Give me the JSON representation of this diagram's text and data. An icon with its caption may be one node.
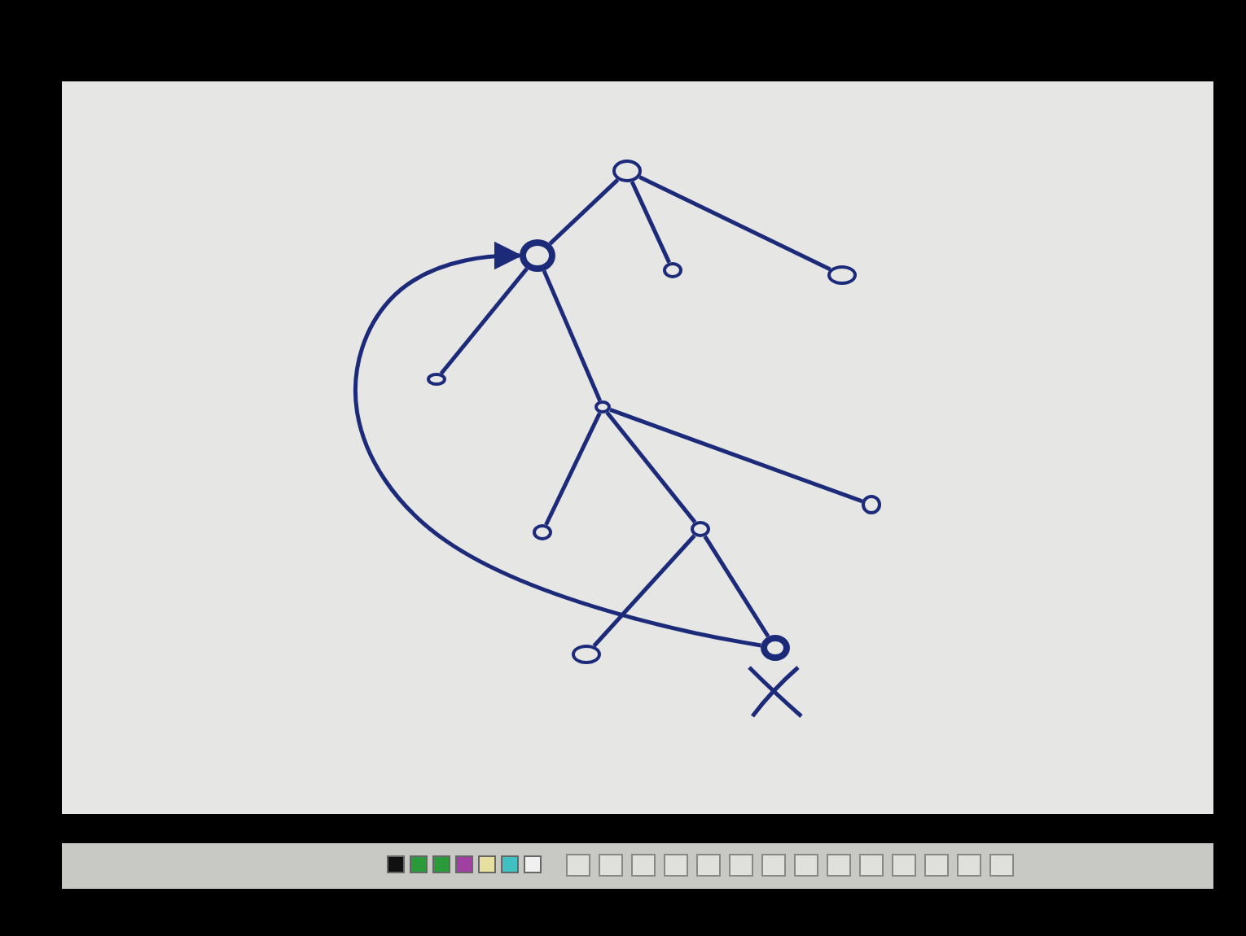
{
  "diagram": {
    "nodes": [
      {
        "text": [],
        "shape": "circle"
      },
      {
        "text": [],
        "shape": "circle"
      },
      {
        "text": [],
        "shape": "circle"
      },
      {
        "text": [],
        "shape": "circle"
      },
      {
        "text": [],
        "shape": "circle"
      },
      {
        "text": [],
        "shape": "circle"
      },
      {
        "text": [],
        "shape": "circle"
      },
      {
        "text": [],
        "shape": "circle"
      },
      {
        "text": [],
        "shape": "circle"
      },
      {
        "text": [],
        "shape": "circle"
      },
      {
        "text": [],
        "shape": "circle"
      }
    ],
    "edges": [
      {
        "from": 0,
        "to": 1,
        "arrow": "none"
      },
      {
        "from": 0,
        "to": 2,
        "arrow": "none"
      },
      {
        "from": 0,
        "to": 3,
        "arrow": "none"
      },
      {
        "from": 1,
        "to": 4,
        "arrow": "none"
      },
      {
        "from": 1,
        "to": 5,
        "arrow": "none"
      },
      {
        "from": 5,
        "to": 7,
        "arrow": "none"
      },
      {
        "from": 5,
        "to": 8,
        "arrow": "none"
      },
      {
        "from": 5,
        "to": 6,
        "arrow": "none"
      },
      {
        "from": 8,
        "to": 9,
        "arrow": "none"
      },
      {
        "from": 8,
        "to": 10,
        "arrow": "none"
      },
      {
        "from": 10,
        "to": 1,
        "arrow": "to"
      }
    ]
  }
}
